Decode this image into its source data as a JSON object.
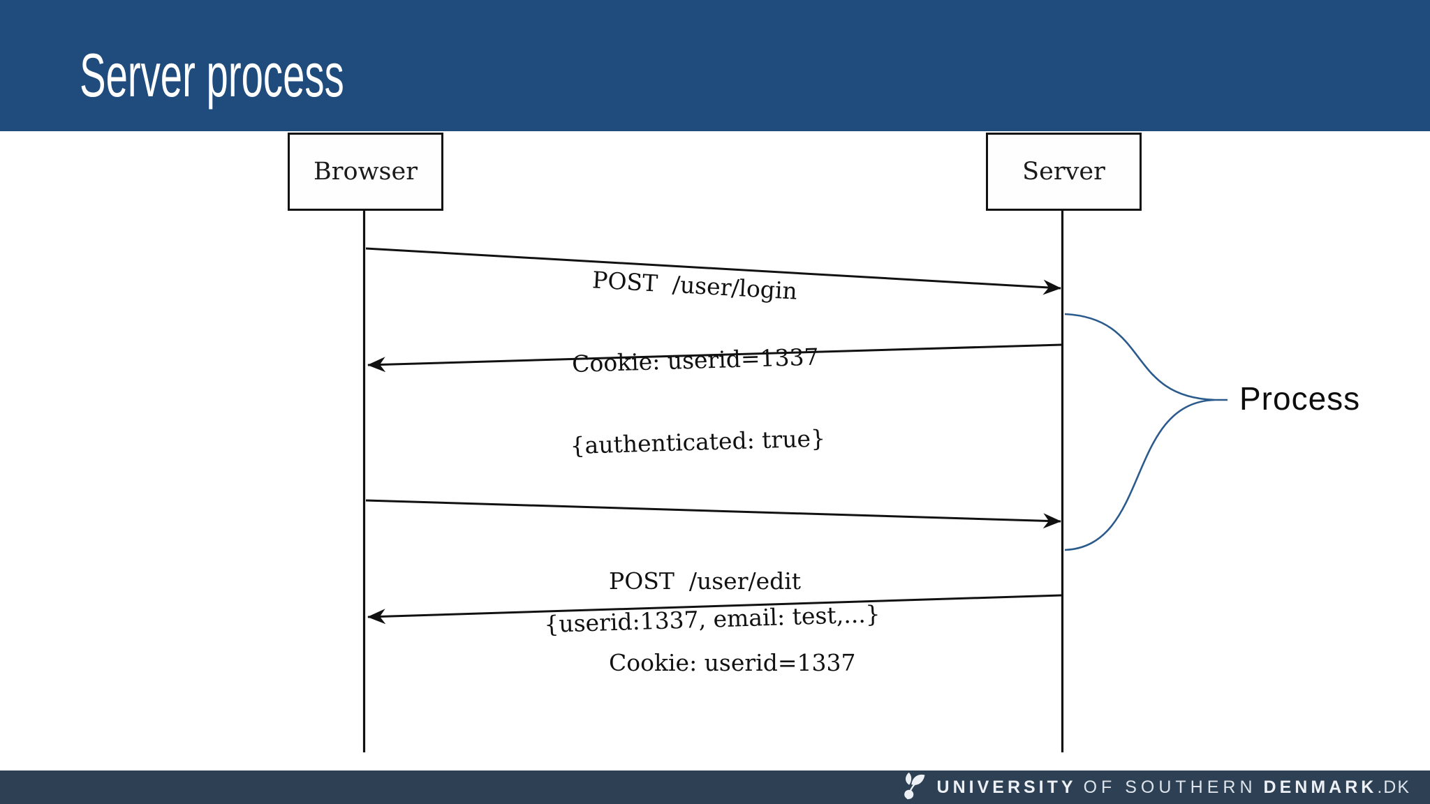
{
  "slide": {
    "title": "Server process",
    "header_color": "#1f4b7d"
  },
  "diagram": {
    "actors": [
      {
        "id": "browser",
        "label": "Browser"
      },
      {
        "id": "server",
        "label": "Server"
      }
    ],
    "messages": [
      {
        "from": "browser",
        "to": "server",
        "lines": [
          "POST  /user/login"
        ]
      },
      {
        "from": "server",
        "to": "browser",
        "lines": [
          "Cookie: userid=1337",
          "{authenticated: true}"
        ]
      },
      {
        "from": "browser",
        "to": "server",
        "lines": [
          "POST  /user/edit",
          "Cookie: userid=1337"
        ]
      },
      {
        "from": "server",
        "to": "browser",
        "lines": [
          "{userid:1337, email: test,...}"
        ]
      }
    ],
    "annotation": {
      "label": "Process",
      "brace_color": "#2b5a8c"
    },
    "line_color": "#111111"
  },
  "footer": {
    "bar_color": "#2e4053",
    "logo": {
      "icon": "sdu-leaf-icon",
      "university": "UNIVERSITY",
      "of_southern": "OF SOUTHERN",
      "denmark": "DENMARK",
      "dk": ".DK"
    }
  }
}
